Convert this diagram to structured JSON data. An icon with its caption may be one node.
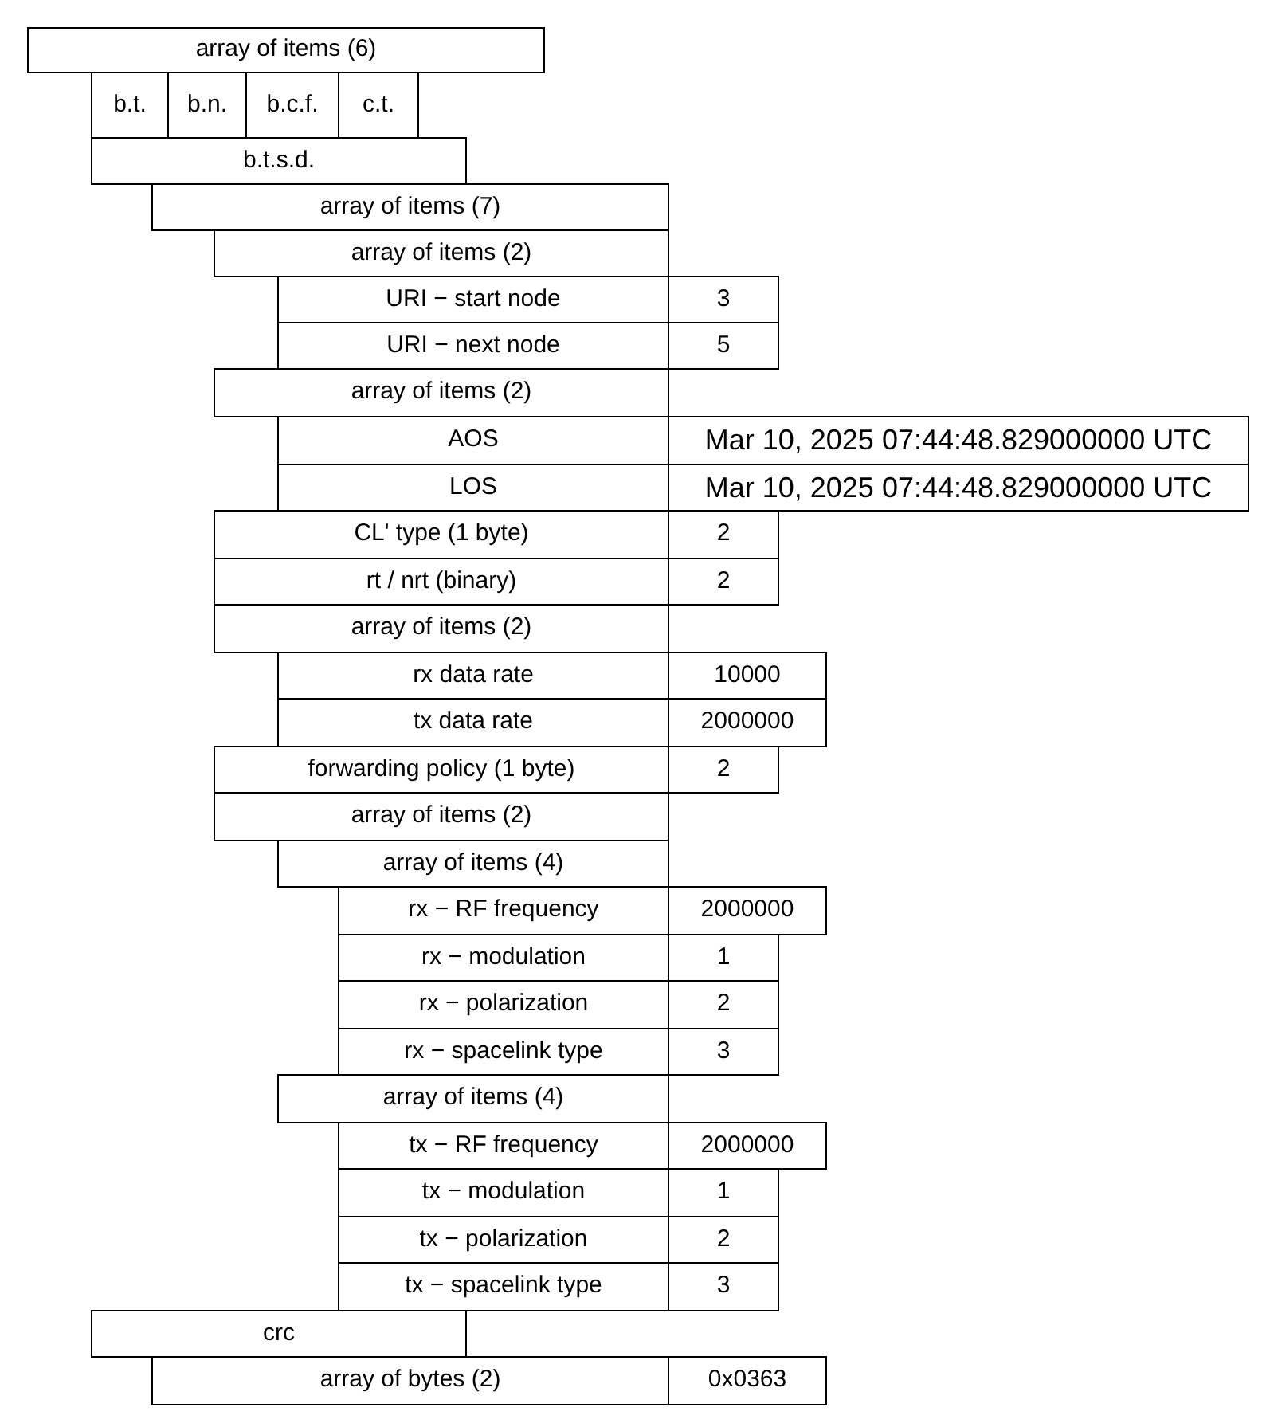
{
  "diagram": {
    "nodes": [
      {
        "text": [
          "array of items (6)"
        ]
      },
      {
        "text": [
          "b.t."
        ]
      },
      {
        "text": [
          "b.n."
        ]
      },
      {
        "text": [
          "b.c.f."
        ]
      },
      {
        "text": [
          "c.t."
        ]
      },
      {
        "text": [
          "b.t.s.d."
        ]
      },
      {
        "text": [
          "array of items (7)"
        ]
      },
      {
        "text": [
          "array of items (2)"
        ]
      },
      {
        "text": [
          "URI − start node"
        ]
      },
      {
        "text": [
          "3"
        ]
      },
      {
        "text": [
          "URI − next node"
        ]
      },
      {
        "text": [
          "5"
        ]
      },
      {
        "text": [
          "array of items (2)"
        ]
      },
      {
        "text": [
          "AOS"
        ]
      },
      {
        "text": [
          "Mar 10, 2025 07:44:48.829000000 UTC"
        ]
      },
      {
        "text": [
          "LOS"
        ]
      },
      {
        "text": [
          "Mar 10, 2025 07:44:48.829000000 UTC"
        ]
      },
      {
        "text": [
          "CL' type (1 byte)"
        ]
      },
      {
        "text": [
          "2"
        ]
      },
      {
        "text": [
          "rt / nrt (binary)"
        ]
      },
      {
        "text": [
          "2"
        ]
      },
      {
        "text": [
          "array of items (2)"
        ]
      },
      {
        "text": [
          "rx data rate"
        ]
      },
      {
        "text": [
          "10000"
        ]
      },
      {
        "text": [
          "tx data rate"
        ]
      },
      {
        "text": [
          "2000000"
        ]
      },
      {
        "text": [
          "forwarding policy (1 byte)"
        ]
      },
      {
        "text": [
          "2"
        ]
      },
      {
        "text": [
          "array of items (2)"
        ]
      },
      {
        "text": [
          "array of items (4)"
        ]
      },
      {
        "text": [
          "rx − RF frequency"
        ]
      },
      {
        "text": [
          "2000000"
        ]
      },
      {
        "text": [
          "rx − modulation"
        ]
      },
      {
        "text": [
          "1"
        ]
      },
      {
        "text": [
          "rx − polarization"
        ]
      },
      {
        "text": [
          "2"
        ]
      },
      {
        "text": [
          "rx − spacelink type"
        ]
      },
      {
        "text": [
          "3"
        ]
      },
      {
        "text": [
          "array of items (4)"
        ]
      },
      {
        "text": [
          "tx − RF frequency"
        ]
      },
      {
        "text": [
          "2000000"
        ]
      },
      {
        "text": [
          "tx − modulation"
        ]
      },
      {
        "text": [
          "1"
        ]
      },
      {
        "text": [
          "tx − polarization"
        ]
      },
      {
        "text": [
          "2"
        ]
      },
      {
        "text": [
          "tx − spacelink type"
        ]
      },
      {
        "text": [
          "3"
        ]
      },
      {
        "text": [
          "crc"
        ]
      },
      {
        "text": [
          "array of bytes (2)"
        ]
      },
      {
        "text": [
          "0x0363"
        ]
      }
    ]
  }
}
